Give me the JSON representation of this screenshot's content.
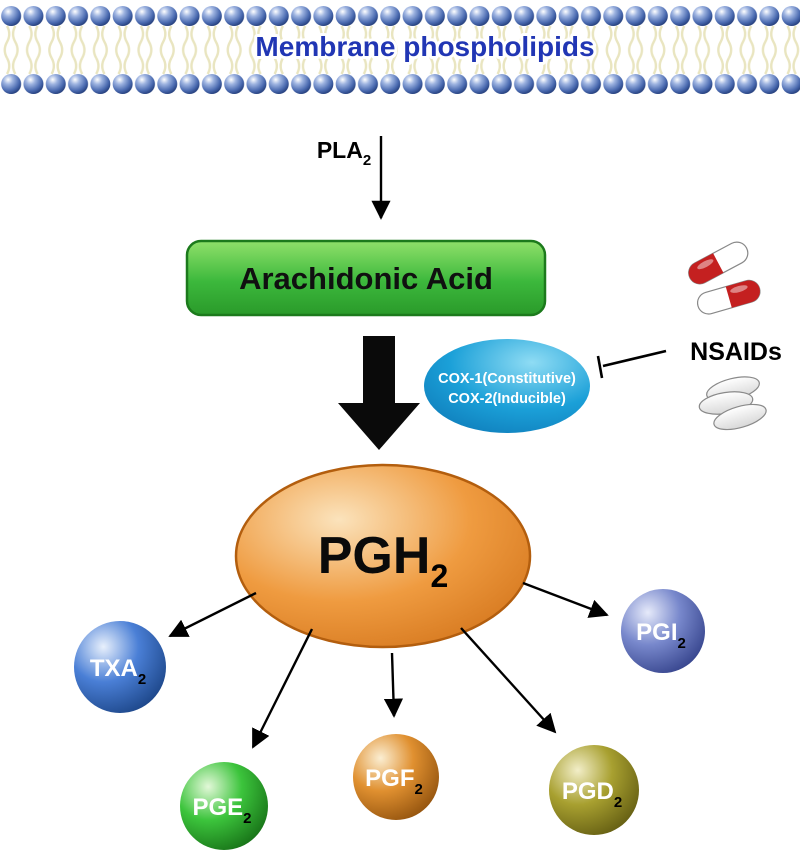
{
  "membrane": {
    "label": "Membrane phospholipids"
  },
  "pla2": {
    "name": "PLA",
    "sub": "2"
  },
  "arachidonic_acid": {
    "label": "Arachidonic Acid"
  },
  "cox": {
    "line1": "COX-1(Constitutive)",
    "line2": "COX-2(Inducible)"
  },
  "nsaids": {
    "label": "NSAIDs"
  },
  "pgh2": {
    "name": "PGH",
    "sub": "2"
  },
  "products": {
    "txa2": {
      "name": "TXA",
      "sub": "2",
      "color": "#4a7fd6"
    },
    "pge2": {
      "name": "PGE",
      "sub": "2",
      "color": "#3cc43c"
    },
    "pgf2": {
      "name": "PGF",
      "sub": "2",
      "color": "#e09030"
    },
    "pgd2": {
      "name": "PGD",
      "sub": "2",
      "color": "#a8a030"
    },
    "pgi2": {
      "name": "PGI",
      "sub": "2",
      "color": "#7888cc"
    }
  },
  "colors": {
    "membrane_text": "#2136b4",
    "membrane_head": "#4a6ab0",
    "membrane_tail": "#e9e5c0",
    "arachidonic_fill": "#3cb83c",
    "cox_fill": "#1ba0d8",
    "pgh2_fill": "#ef9b40",
    "capsule_red": "#c42020",
    "arrow": "#000000"
  }
}
